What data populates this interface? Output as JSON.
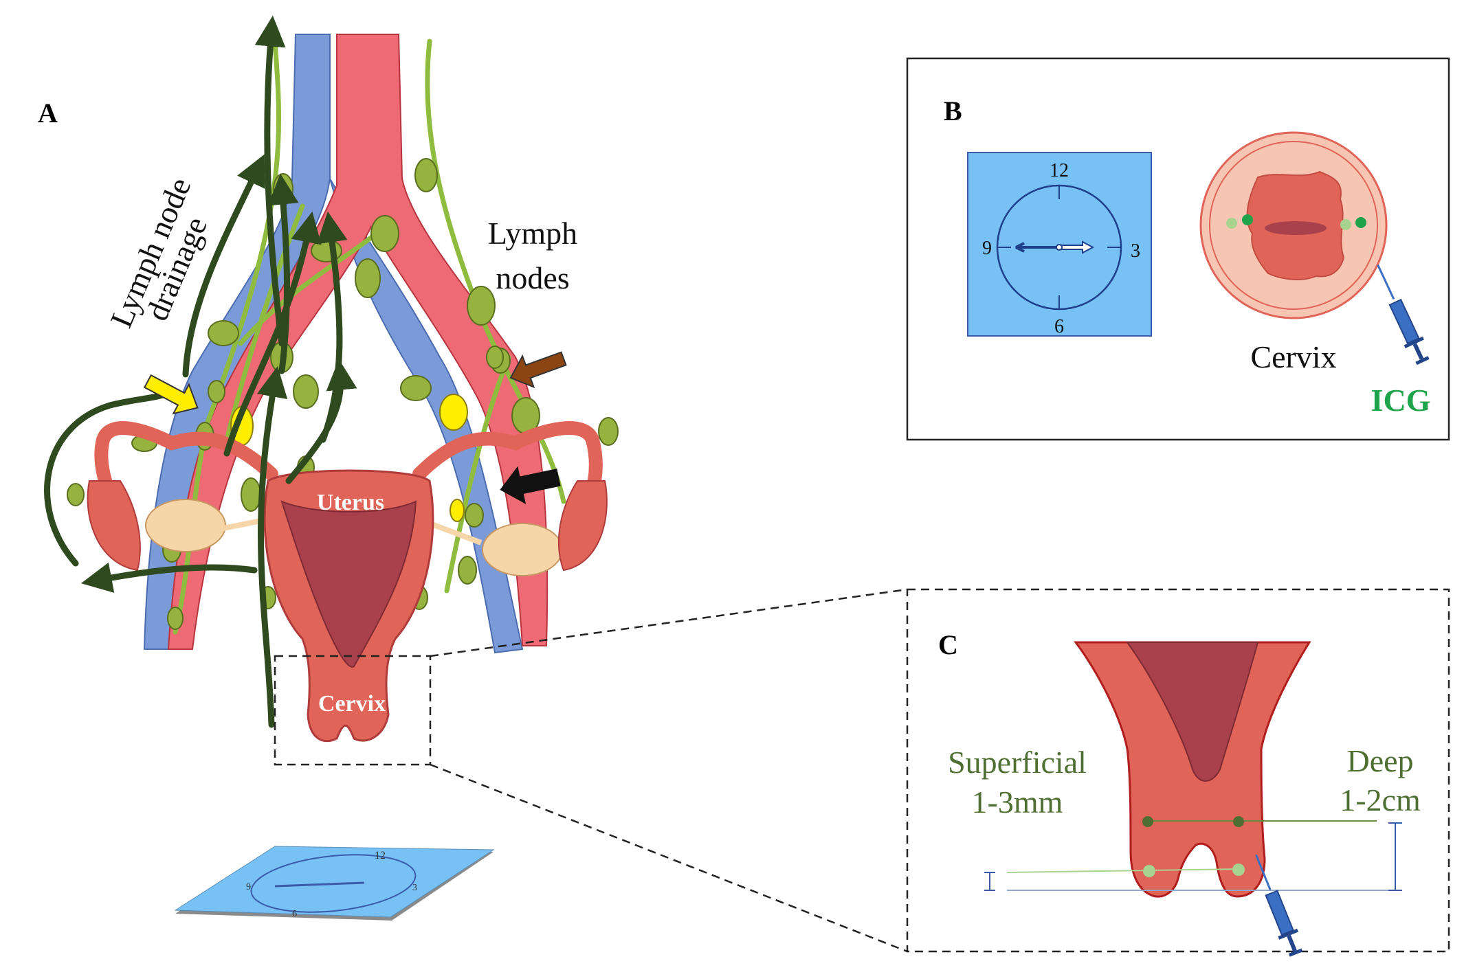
{
  "panels": {
    "a": {
      "letter": "A",
      "drainage_label": [
        "Lymph node",
        "drainage"
      ],
      "nodes_label": [
        "Lymph",
        "nodes"
      ],
      "uterus_label": "Uterus",
      "cervix_label": "Cervix",
      "small_clock": [
        "12",
        "9",
        "3",
        "6"
      ]
    },
    "b": {
      "letter": "B",
      "clock": [
        "12",
        "9",
        "3",
        "6"
      ],
      "cervix_label": "Cervix",
      "icg_label": "ICG"
    },
    "c": {
      "letter": "C",
      "superficial": [
        "Superficial",
        "1-3mm"
      ],
      "deep": [
        "Deep",
        "1-2cm"
      ]
    }
  },
  "colors": {
    "artery": "#e8606e",
    "vein": "#7b9bd8",
    "lymph_vessel": "#8fbc3f",
    "lymph_node": "#96b33f",
    "sentinel_node": "#ffee00",
    "drainage_arrow": "#2f4a1f",
    "uterus": "#e06458",
    "uterus_cavity": "#a8414c",
    "ovary": "#f6d5a9",
    "clock_bg": "#78c1f5",
    "icg": "#1fa34a",
    "green_text": "#4f6f32"
  },
  "icons": [
    "yellow-arrow-icon",
    "brown-arrow-icon",
    "black-arrow-icon",
    "syringe-icon",
    "clock-icon"
  ]
}
